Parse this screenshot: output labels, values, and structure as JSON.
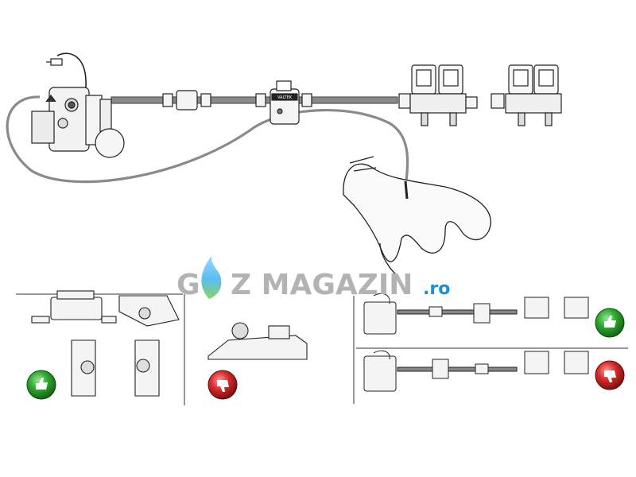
{
  "watermark": {
    "brand_prefix": "G",
    "brand_rest": "Z MAGAZIN",
    "brand_tld": ".ro",
    "brand_color": "#b3b3b3",
    "tld_color": "#1e8fd6"
  },
  "main_diagram": {
    "filter_label": "VALTEK",
    "regulator_label": ""
  },
  "badges": {
    "good_color": "#2ea82e",
    "bad_color": "#d92b2b",
    "good_icon": "thumbs-up-icon",
    "bad_icon": "thumbs-down-icon"
  }
}
